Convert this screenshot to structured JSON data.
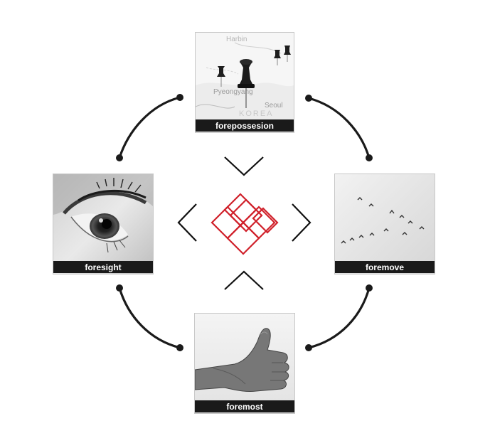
{
  "tiles": {
    "top": {
      "label": "forepossesion",
      "photo": "map-with-pushpins",
      "map_text": {
        "harbin": "Harbin",
        "pyeongyang": "Pyeongyang",
        "seoul": "Seoul",
        "korea": "KOREA"
      }
    },
    "left": {
      "label": "foresight",
      "photo": "eye-closeup"
    },
    "right": {
      "label": "foremove",
      "photo": "birds-in-flight"
    },
    "bottom": {
      "label": "foremost",
      "photo": "thumbs-up-hand"
    }
  },
  "logo": {
    "name": "red-interlocking-blocks-logo",
    "color": "#d0202a"
  },
  "colors": {
    "label_bar": "#1a1a1a",
    "connector": "#1a1a1a",
    "chevron": "#111111"
  }
}
